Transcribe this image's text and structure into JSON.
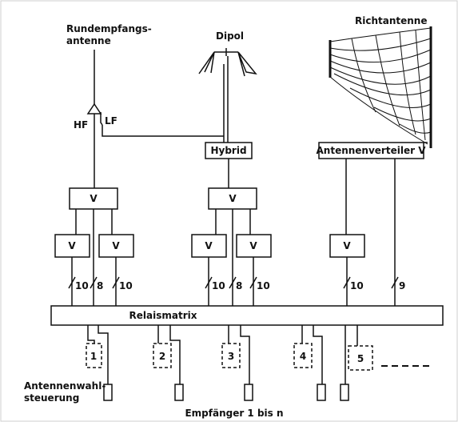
{
  "labels": {
    "omni_antenna": [
      "Rundempfangs-",
      "antenne"
    ],
    "hf": "HF",
    "lf": "LF",
    "dipole": "Dipol",
    "directional_antenna": "Richtantenne",
    "hybrid": "Hybrid",
    "antenna_distributor": "Antennenverteiler V",
    "amplifier": "V",
    "relay_matrix": "Relaismatrix",
    "antenna_select_control": [
      "Antennenwahl-",
      "steuerung"
    ],
    "receivers": "Empfänger 1 bis n"
  },
  "bus_widths": [
    "10",
    "8",
    "10",
    "10",
    "8",
    "10",
    "10",
    "9"
  ],
  "control_units": [
    "1",
    "2",
    "3",
    "4",
    "5"
  ]
}
